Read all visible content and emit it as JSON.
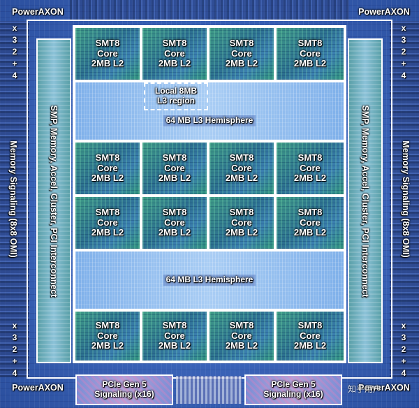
{
  "labels": {
    "powerAxon": "PowerAXON",
    "x32_4": [
      "x",
      "3",
      "2",
      "+",
      "4"
    ],
    "smp": "SMP, Memory, Accel, Cluster, PCI Interconnect",
    "memSignal": "Memory Signaling (8x8 OMI)",
    "l3Hemisphere": "64 MB L3 Hemisphere",
    "localL3": [
      "Local 8MB",
      "L3 region"
    ],
    "core": [
      "SMT8",
      "Core",
      "2MB L2"
    ],
    "pcie": [
      "PCIe Gen 5",
      "Signaling (x16)"
    ],
    "watermark": "知乎用户"
  },
  "colors": {
    "outline": "#ffffff",
    "core": "#2c6f90",
    "l3": "#a9cdf4",
    "die": "#3a63b8"
  }
}
